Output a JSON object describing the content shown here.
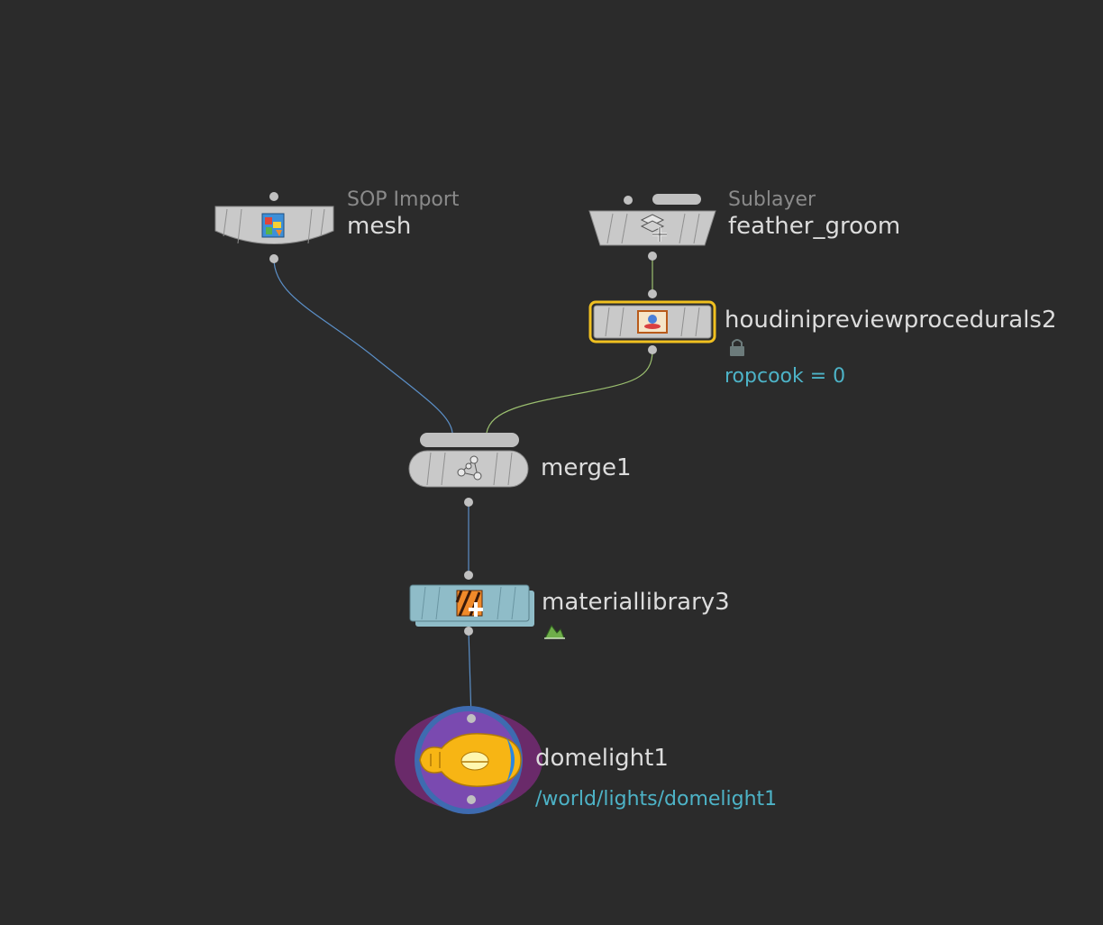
{
  "nodes": {
    "mesh": {
      "type": "SOP Import",
      "name": "mesh",
      "icon": "sop-import-icon"
    },
    "feather_groom": {
      "type": "Sublayer",
      "name": "feather_groom",
      "icon": "sublayer-icon"
    },
    "houdinipreviewprocedurals2": {
      "name": "houdinipreviewprocedurals2",
      "info": "ropcook = 0",
      "flag": "lock-icon",
      "highlight": "#f0c020"
    },
    "merge1": {
      "name": "merge1",
      "icon": "merge-icon"
    },
    "materiallibrary3": {
      "name": "materiallibrary3",
      "icon": "material-library-icon",
      "flag": "render-flag-icon",
      "color": "#8fbcc8"
    },
    "domelight1": {
      "name": "domelight1",
      "info": "/world/lights/domelight1",
      "icon": "domelight-icon"
    }
  },
  "colors": {
    "background": "#2b2b2b",
    "node_fill": "#c9c9c9",
    "wire_blue": "#5b8fc7",
    "wire_green": "#9bbf6f",
    "info_text": "#4db3c7"
  }
}
